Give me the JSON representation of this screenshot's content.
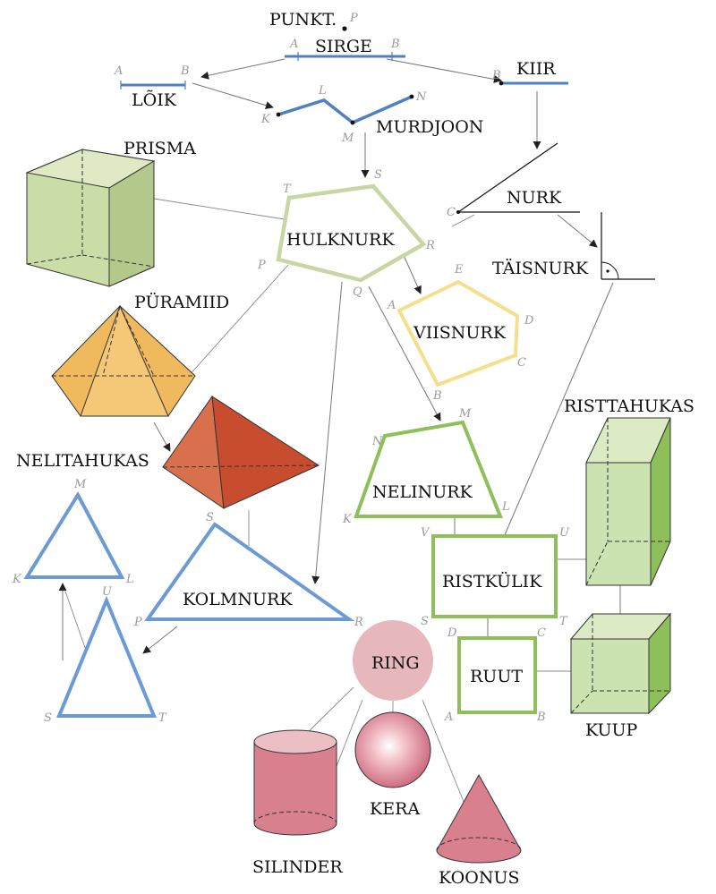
{
  "labels": {
    "punkt": "PUNKT.",
    "sirge": "SIRGE",
    "kiir": "KIIR",
    "loik": "LÕIK",
    "murdjoon": "MURDJOON",
    "prisma": "PRISMA",
    "nurk": "NURK",
    "hulknurk": "HULKNURK",
    "taisnurk": "TÄISNURK",
    "puramiid": "PÜRAMIID",
    "viisnurk": "VIISNURK",
    "risttahukas": "RISTTAHUKAS",
    "nelitahukas": "NELITAHUKAS",
    "nelinurk": "NELINURK",
    "kolmnurk": "KOLMNURK",
    "ristkulik": "RISTKÜLIK",
    "ring": "RING",
    "ruut": "RUUT",
    "kuup": "KUUP",
    "kera": "KERA",
    "silinder": "SILINDER",
    "koonus": "KOONUS"
  },
  "points": {
    "punkt_p": "P",
    "sirge_a": "A",
    "sirge_b": "B",
    "loik_a": "A",
    "loik_b": "B",
    "kiir_b": "B",
    "murd_k": "K",
    "murd_l": "L",
    "murd_m": "M",
    "murd_n": "N",
    "hulk_t": "T",
    "hulk_s": "S",
    "hulk_r": "R",
    "hulk_q": "Q",
    "hulk_p": "P",
    "nurk_c": "C",
    "viis_e": "E",
    "viis_d": "D",
    "viis_c": "C",
    "viis_a": "A",
    "viis_b": "B",
    "neli_n": "N",
    "neli_m": "M",
    "neli_k": "K",
    "neli_l": "L",
    "tri1_m": "M",
    "tri1_k": "K",
    "tri1_l": "L",
    "tri2_u": "U",
    "tri2_s": "S",
    "tri2_t": "T",
    "kolm_s": "S",
    "kolm_p": "P",
    "kolm_r": "R",
    "rist_v": "V",
    "rist_u": "U",
    "rist_s": "S",
    "rist_t": "T",
    "ruut_d": "D",
    "ruut_c": "C",
    "ruut_a": "A",
    "ruut_b": "B"
  },
  "colors": {
    "line_blue": "#4f80c0",
    "polygon_olive": "#c8d6a6",
    "polygon_yellow": "#f5df8c",
    "polygon_green": "#8fbf5a",
    "triangle_blue": "#6c9ad4",
    "ring_pink": "#e6b7bd",
    "solid_red": "#d9808e",
    "prism_green": "#cbdda6",
    "pyramid_orange": "#f0b95d",
    "tetra_red": "#cf5533",
    "cuboid_green": "#b5d890",
    "arrow": "#777777"
  }
}
